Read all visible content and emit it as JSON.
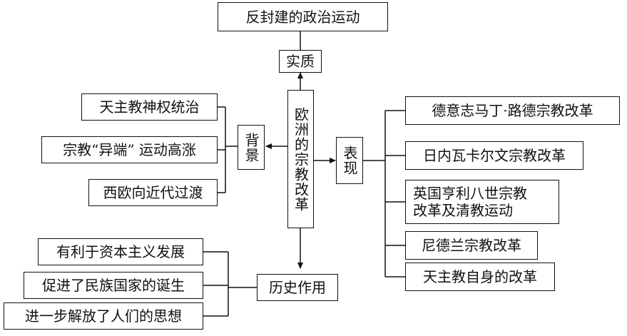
{
  "center": "欧洲的宗教改革",
  "essence": {
    "label": "实质",
    "content": "反封建的政治运动"
  },
  "background": {
    "label": "背景",
    "items": [
      "天主教神权统治",
      "宗教“异端” 运动高涨",
      "西欧向近代过渡"
    ]
  },
  "manifestation": {
    "label": "表现",
    "items": [
      "德意志马丁·路德宗教改革",
      "日内瓦卡尔文宗教改革",
      "英国亨利八世宗教\n改革及清教运动",
      "尼德兰宗教改革",
      "天主教自身的改革"
    ]
  },
  "impact": {
    "label": "历史作用",
    "items": [
      "有利于资本主义发展",
      "促进了民族国家的诞生",
      "进一步解放了人们的思想"
    ]
  }
}
